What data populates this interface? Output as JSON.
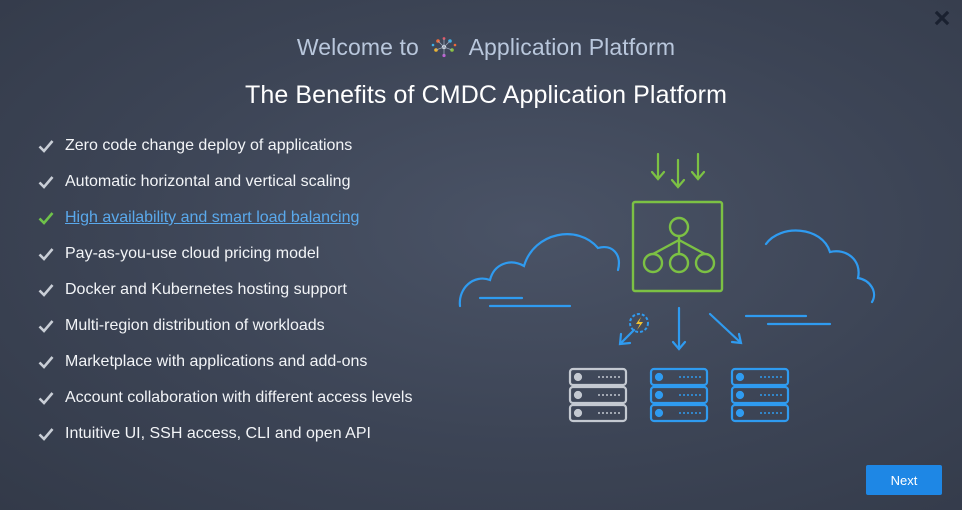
{
  "dialog": {
    "welcome_prefix": "Welcome to",
    "welcome_suffix": "Application Platform",
    "title": "The Benefits of CMDC Application Platform",
    "next_label": "Next"
  },
  "features": [
    {
      "label": "Zero code change deploy of applications",
      "active": false
    },
    {
      "label": "Automatic horizontal and vertical scaling",
      "active": false
    },
    {
      "label": "High availability and smart load balancing",
      "active": true
    },
    {
      "label": "Pay-as-you-use cloud pricing model",
      "active": false
    },
    {
      "label": "Docker and Kubernetes hosting support",
      "active": false
    },
    {
      "label": "Multi-region distribution of workloads",
      "active": false
    },
    {
      "label": "Marketplace with applications and add-ons",
      "active": false
    },
    {
      "label": "Account collaboration with different access levels",
      "active": false
    },
    {
      "label": "Intuitive UI, SSH access, CLI and open API",
      "active": false
    }
  ],
  "colors": {
    "check_default": "#c9ced6",
    "check_active": "#6fc24a",
    "link": "#5aa9ec",
    "accent_green": "#7cc144",
    "accent_blue": "#2f9bf0",
    "server_grey": "#c4c9d1",
    "button": "#1e87e5"
  },
  "icons": {
    "close": "close-icon",
    "logo": "platform-logo-icon",
    "check": "check-icon"
  }
}
